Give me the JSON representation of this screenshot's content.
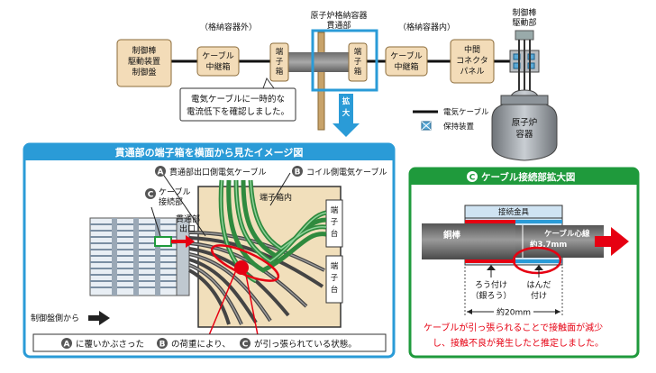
{
  "top": {
    "label_outside": "（格納容器外）",
    "label_penetration_l1": "原子炉格納容器",
    "label_penetration_l2": "貫通部",
    "label_inside": "（格納容器内）",
    "label_drive_l1": "制御棒",
    "label_drive_l2": "駆動部",
    "box_control": [
      "制御棒",
      "駆動装置",
      "制御盤"
    ],
    "box_relay_left": [
      "ケーブル",
      "中継箱"
    ],
    "box_terminal_left": [
      "端",
      "子",
      "箱"
    ],
    "box_terminal_right": [
      "端",
      "子",
      "箱"
    ],
    "box_relay_right": [
      "ケーブル",
      "中継箱"
    ],
    "box_connector": [
      "中間",
      "コネクタ",
      "パネル"
    ],
    "note": [
      "電気ケーブルに一時的な",
      "電流低下を確認しました。"
    ],
    "zoom_label": "拡大",
    "legend_cable": "電気ケーブル",
    "legend_holder": "保持装置",
    "reactor": [
      "原子炉",
      "容器"
    ]
  },
  "left_panel": {
    "title": "貫通部の端子箱を横面から見たイメージ図",
    "marker_a": "A",
    "marker_b": "B",
    "marker_c": "C",
    "label_a": "貫通部出口側電気ケーブル",
    "label_b": "コイル側電気ケーブル",
    "label_c": [
      "ケーブル",
      "接続部"
    ],
    "label_exit": [
      "貫通部",
      "出口"
    ],
    "label_box_inside": "端子箱内",
    "terminal_1": [
      "端",
      "子",
      "台"
    ],
    "terminal_2": [
      "端",
      "子",
      "台"
    ],
    "label_from_panel": "制御盤側から",
    "caption_1": "に覆いかぶさった",
    "caption_2": "の荷重により、",
    "caption_3": "が引っ張られている状態。"
  },
  "right_panel": {
    "title": "ケーブル接続部拡大図",
    "marker_c": "C",
    "label_fitting": "接続金具",
    "label_copper": "銅棒",
    "label_core": "ケーブル心線",
    "label_core_dim": "約3.7mm",
    "label_brazing": [
      "ろう付け",
      "（銀ろう）"
    ],
    "label_solder": [
      "はんだ",
      "付け"
    ],
    "label_length": "約20mm",
    "note": [
      "ケーブルが引っ張られることで接触面が減少",
      "し、接触不良が発生したと推定しました。"
    ]
  },
  "colors": {
    "blue_frame": "#2a9bd7",
    "green_frame": "#1f9a3c",
    "red": "#e60012",
    "cable_green": "#3aa04a",
    "box_tan": "#f1dfbb"
  }
}
